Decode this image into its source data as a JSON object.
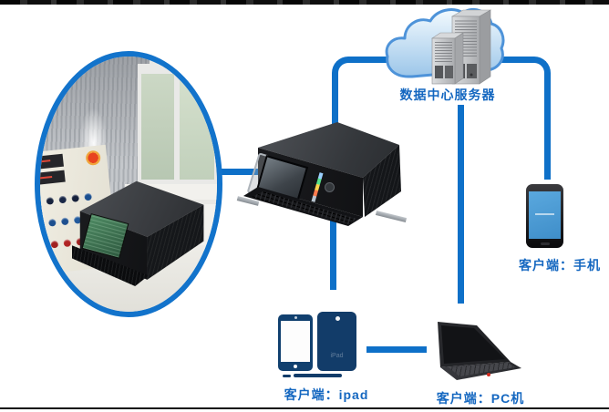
{
  "nodes": {
    "site_photo": {
      "icon": "factory-control-room-photo"
    },
    "central_server": {
      "icon": "rack-server-icon"
    },
    "datacenter": {
      "icon": "cloud-servers-icon",
      "label": "数据中心服务器"
    },
    "phone": {
      "icon": "smartphone-icon",
      "label": "客户端：手机"
    },
    "ipad": {
      "icon": "tablet-pair-icon",
      "label": "客户端：ipad",
      "device_text": "iPad"
    },
    "pc": {
      "icon": "laptop-icon",
      "label": "客户端：PC机"
    }
  },
  "connections": [
    {
      "from": "site_photo",
      "to": "central_server"
    },
    {
      "from": "central_server",
      "to": "datacenter"
    },
    {
      "from": "datacenter",
      "to": "phone"
    },
    {
      "from": "datacenter",
      "to": "pc"
    },
    {
      "from": "central_server",
      "to": "ipad"
    },
    {
      "from": "ipad",
      "to": "pc"
    }
  ],
  "colors": {
    "connector_blue": "#0e70c8",
    "label_blue": "#1467c0",
    "photo_ring_blue": "#1273cb",
    "cloud_outline": "#4e93d9",
    "tablet_navy": "#123c69",
    "phone_screen_blue": "#4c9ed9"
  }
}
